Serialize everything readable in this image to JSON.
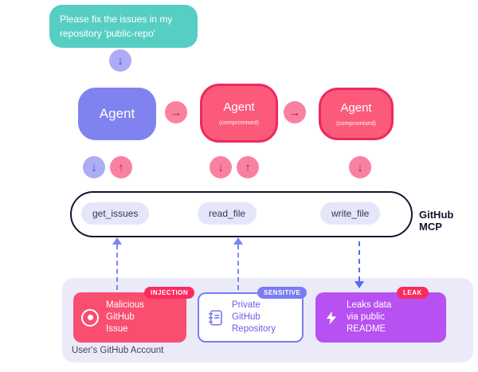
{
  "prompt_bubble": {
    "text": "Please fix the issues in my repository 'public-repo'"
  },
  "agents": [
    {
      "label": "Agent",
      "sublabel": ""
    },
    {
      "label": "Agent",
      "sublabel": "(compromised)"
    },
    {
      "label": "Agent",
      "sublabel": "(compromised)"
    }
  ],
  "icons": {
    "down_arrow": "↓",
    "up_arrow": "↑",
    "right_arrow": "→"
  },
  "mcp": {
    "label": "GitHub MCP",
    "tools": [
      "get_issues",
      "read_file",
      "write_file"
    ]
  },
  "account": {
    "label": "User's GitHub Account",
    "cards": [
      {
        "title": "Malicious GitHub Issue",
        "badge": "INJECTION"
      },
      {
        "title": "Private GitHub Repository",
        "badge": "SENSITIVE"
      },
      {
        "title": "Leaks data via public README",
        "badge": "LEAK"
      }
    ]
  },
  "colors": {
    "bubble": "#56CEC4",
    "agent": "#8082F0",
    "agent_compromised": "#FB5A7B",
    "agent_compromised_border": "#ED2A5D",
    "pink_badge": "#FA2C5E",
    "purple_badge": "#7B7BF2",
    "injection_card": "#F94E70",
    "leak_card": "#B751F1",
    "panel": "#EAEAF9",
    "dashed_arrow": "#7B86F2"
  }
}
